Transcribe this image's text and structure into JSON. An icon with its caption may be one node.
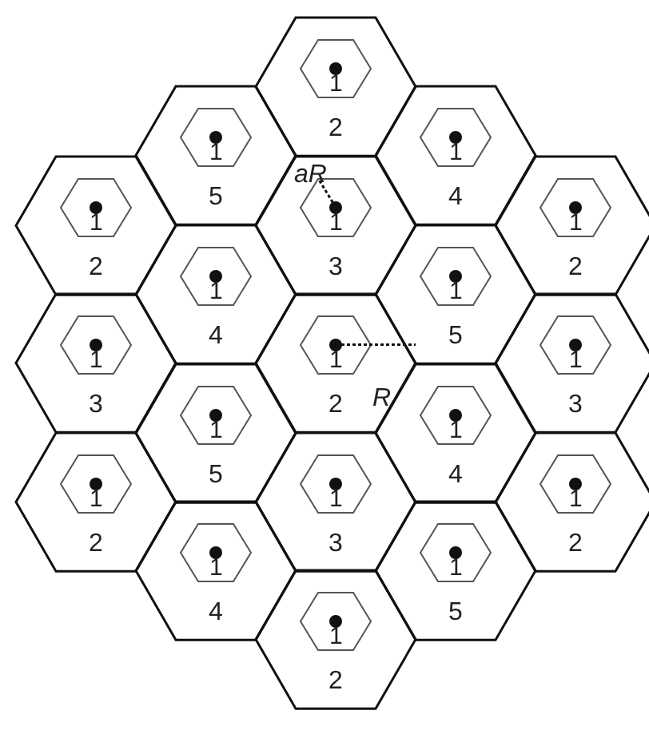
{
  "diagram": {
    "nodes": [
      {
        "text": [
          "2"
        ]
      },
      {
        "text": [
          "1"
        ],
        "in": 0
      },
      {
        "text": [
          "5"
        ]
      },
      {
        "text": [
          "1"
        ],
        "in": 2
      },
      {
        "text": [
          "4"
        ]
      },
      {
        "text": [
          "1"
        ],
        "in": 4
      },
      {
        "text": [
          "2"
        ]
      },
      {
        "text": [
          "1"
        ],
        "in": 6
      },
      {
        "text": [
          "3"
        ]
      },
      {
        "text": [
          "1"
        ],
        "in": 8
      },
      {
        "text": [
          "2"
        ]
      },
      {
        "text": [
          "1"
        ],
        "in": 10
      },
      {
        "text": [
          "4"
        ]
      },
      {
        "text": [
          "1"
        ],
        "in": 12
      },
      {
        "text": [
          "5"
        ]
      },
      {
        "text": [
          "1"
        ],
        "in": 14
      },
      {
        "text": [
          "3"
        ]
      },
      {
        "text": [
          "1"
        ],
        "in": 16
      },
      {
        "text": [
          "2"
        ]
      },
      {
        "text": [
          "1"
        ],
        "in": 18
      },
      {
        "text": [
          "3"
        ]
      },
      {
        "text": [
          "1"
        ],
        "in": 20
      },
      {
        "text": [
          "5"
        ]
      },
      {
        "text": [
          "1"
        ],
        "in": 22
      },
      {
        "text": [
          "4"
        ]
      },
      {
        "text": [
          "1"
        ],
        "in": 24
      },
      {
        "text": [
          "2"
        ]
      },
      {
        "text": [
          "1"
        ],
        "in": 26
      },
      {
        "text": [
          "3"
        ]
      },
      {
        "text": [
          "1"
        ],
        "in": 28
      },
      {
        "text": [
          "2"
        ]
      },
      {
        "text": [
          "1"
        ],
        "in": 30
      },
      {
        "text": [
          "4"
        ]
      },
      {
        "text": [
          "1"
        ],
        "in": 32
      },
      {
        "text": [
          "5"
        ]
      },
      {
        "text": [
          "1"
        ],
        "in": 34
      },
      {
        "text": [
          "2"
        ]
      },
      {
        "text": [
          "1"
        ],
        "in": 36
      }
    ],
    "labels": [
      "aR",
      "R"
    ]
  }
}
